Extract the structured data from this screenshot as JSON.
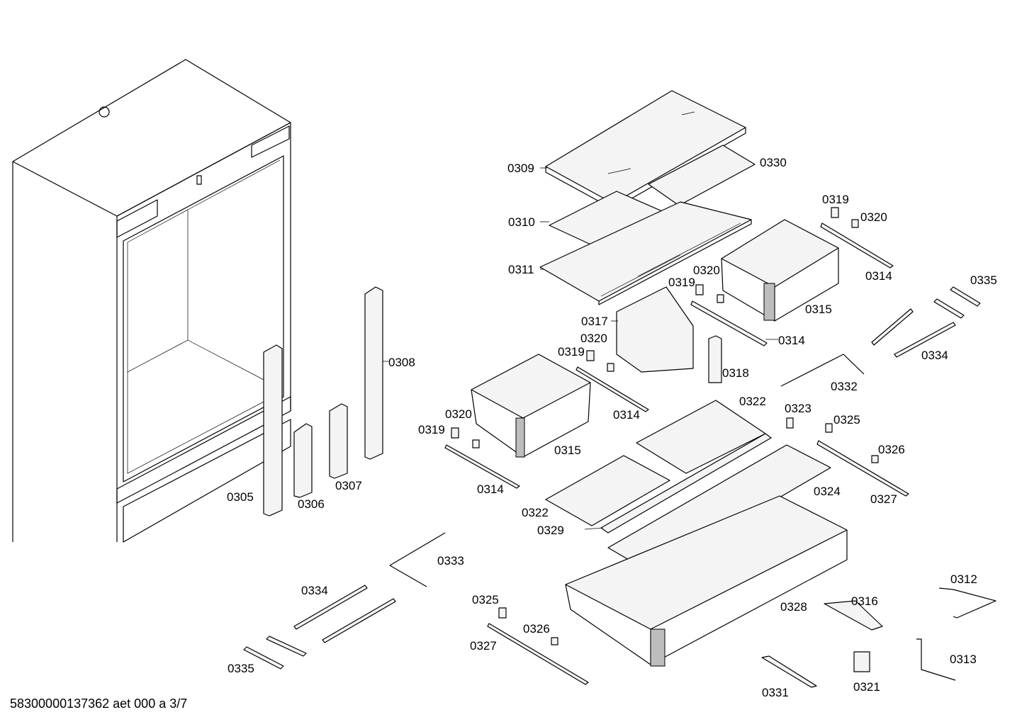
{
  "document_id": "58300000137362 aet 000 a 3/7",
  "callouts": [
    {
      "id": "c0309",
      "label": "0309"
    },
    {
      "id": "c0330",
      "label": "0330"
    },
    {
      "id": "c0310",
      "label": "0310"
    },
    {
      "id": "c0311",
      "label": "0311"
    },
    {
      "id": "c0319a",
      "label": "0319"
    },
    {
      "id": "c0320a",
      "label": "0320"
    },
    {
      "id": "c0314a",
      "label": "0314"
    },
    {
      "id": "c0320b",
      "label": "0320"
    },
    {
      "id": "c0319b",
      "label": "0319"
    },
    {
      "id": "c0315a",
      "label": "0315"
    },
    {
      "id": "c0335a",
      "label": "0335"
    },
    {
      "id": "c0317",
      "label": "0317"
    },
    {
      "id": "c0314b",
      "label": "0314"
    },
    {
      "id": "c0320c",
      "label": "0320"
    },
    {
      "id": "c0319c",
      "label": "0319"
    },
    {
      "id": "c0334a",
      "label": "0334"
    },
    {
      "id": "c0318",
      "label": "0318"
    },
    {
      "id": "c0308",
      "label": "0308"
    },
    {
      "id": "c0332",
      "label": "0332"
    },
    {
      "id": "c0314c",
      "label": "0314"
    },
    {
      "id": "c0322a",
      "label": "0322"
    },
    {
      "id": "c0323",
      "label": "0323"
    },
    {
      "id": "c0325a",
      "label": "0325"
    },
    {
      "id": "c0320d",
      "label": "0320"
    },
    {
      "id": "c0319d",
      "label": "0319"
    },
    {
      "id": "c0315b",
      "label": "0315"
    },
    {
      "id": "c0326a",
      "label": "0326"
    },
    {
      "id": "c0307",
      "label": "0307"
    },
    {
      "id": "c0314d",
      "label": "0314"
    },
    {
      "id": "c0324",
      "label": "0324"
    },
    {
      "id": "c0305",
      "label": "0305"
    },
    {
      "id": "c0306",
      "label": "0306"
    },
    {
      "id": "c0327a",
      "label": "0327"
    },
    {
      "id": "c0322b",
      "label": "0322"
    },
    {
      "id": "c0329",
      "label": "0329"
    },
    {
      "id": "c0333",
      "label": "0333"
    },
    {
      "id": "c0312",
      "label": "0312"
    },
    {
      "id": "c0334b",
      "label": "0334"
    },
    {
      "id": "c0325b",
      "label": "0325"
    },
    {
      "id": "c0316",
      "label": "0316"
    },
    {
      "id": "c0328",
      "label": "0328"
    },
    {
      "id": "c0326b",
      "label": "0326"
    },
    {
      "id": "c0327b",
      "label": "0327"
    },
    {
      "id": "c0313",
      "label": "0313"
    },
    {
      "id": "c0335b",
      "label": "0335"
    },
    {
      "id": "c0331",
      "label": "0331"
    },
    {
      "id": "c0321",
      "label": "0321"
    }
  ]
}
